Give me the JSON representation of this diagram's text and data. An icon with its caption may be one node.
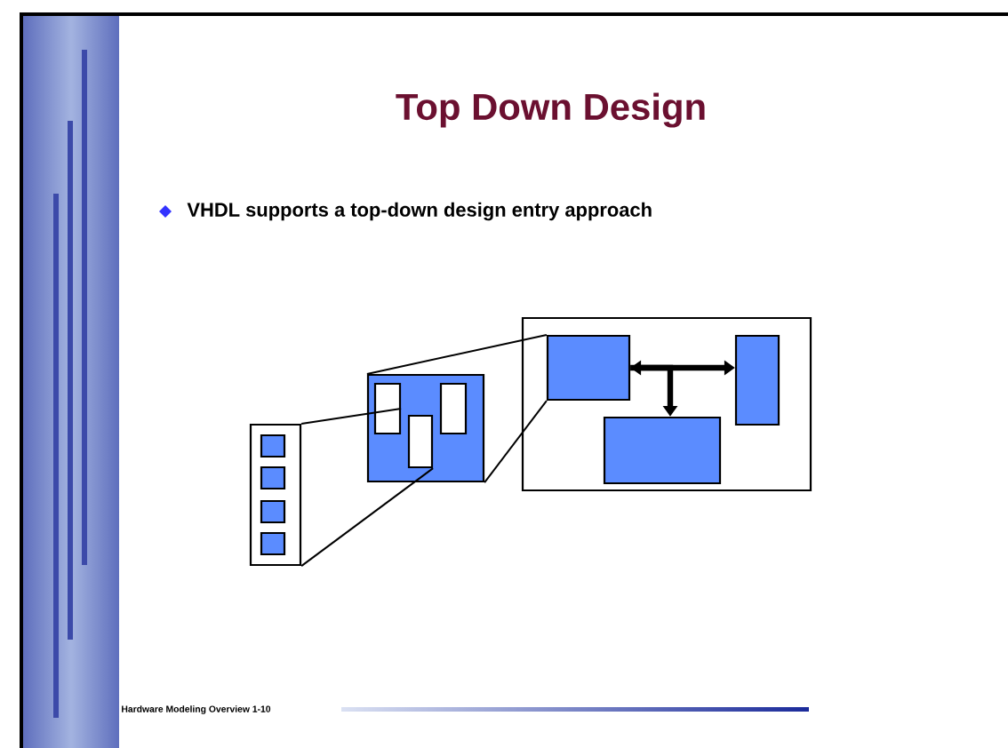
{
  "diagram": {
    "title": "Top  Down  Design",
    "nodes": [
      {
        "text": [],
        "shape": "box"
      },
      {
        "text": [],
        "shape": "box",
        "in": 0
      },
      {
        "text": [],
        "shape": "box",
        "in": 0
      },
      {
        "text": [],
        "shape": "box",
        "in": 0
      },
      {
        "text": [],
        "shape": "box",
        "in": 0
      },
      {
        "text": [],
        "shape": "box"
      },
      {
        "text": [],
        "shape": "box",
        "in": 5
      },
      {
        "text": [],
        "shape": "box",
        "in": 5
      },
      {
        "text": [],
        "shape": "box",
        "in": 5
      },
      {
        "text": [],
        "shape": "box"
      },
      {
        "text": [],
        "shape": "box",
        "in": 9
      },
      {
        "text": [],
        "shape": "box",
        "in": 9
      },
      {
        "text": [],
        "shape": "box",
        "in": 9
      }
    ],
    "edges": [
      {
        "from": 0,
        "to": 6,
        "arrow": "none"
      },
      {
        "from": 0,
        "to": 7,
        "arrow": "none"
      },
      {
        "from": 5,
        "to": 10,
        "arrow": "none"
      },
      {
        "from": 5,
        "to": 10,
        "arrow": "none"
      },
      {
        "from": 10,
        "to": 11,
        "arrow": "both",
        "style": "thick"
      },
      {
        "from": 10,
        "to": 12,
        "arrow": "to",
        "style": "thick"
      }
    ],
    "labels": [
      "VHDL supports a top-down design entry approach",
      "Hardware Modeling Overview 1-10"
    ]
  }
}
